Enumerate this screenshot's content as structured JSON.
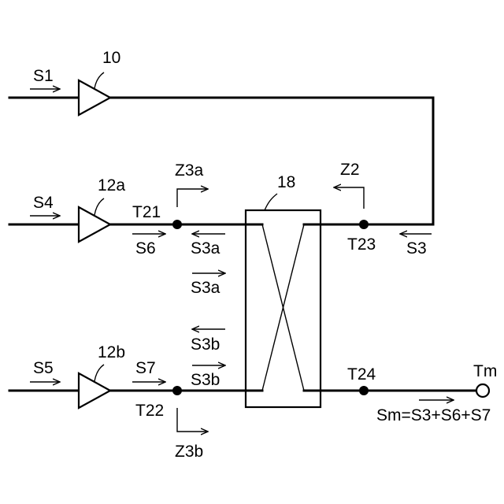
{
  "labels": {
    "s1": "S1",
    "s4": "S4",
    "s5": "S5",
    "amp_top": "10",
    "amp_mid": "12a",
    "amp_bot": "12b",
    "coupler": "18",
    "t21": "T21",
    "t22": "T22",
    "t23": "T23",
    "t24": "T24",
    "tm": "Tm",
    "s6": "S6",
    "s7": "S7",
    "s3a_left": "S3a",
    "s3a_down": "S3a",
    "s3b_up": "S3b",
    "s3b_fwd": "S3b",
    "s3": "S3",
    "z3a": "Z3a",
    "z3b": "Z3b",
    "z2": "Z2",
    "sm": "Sm=S3+S6+S7"
  }
}
